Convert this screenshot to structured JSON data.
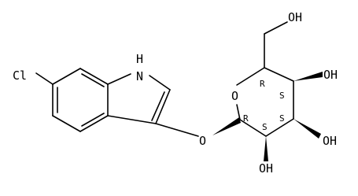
{
  "molecule": {
    "atoms": {
      "chlorine": "Cl",
      "indole_nh": "H",
      "indole_n": "N",
      "glycosidic_o": "O",
      "ring_o": "O",
      "hydroxymethyl_oh": "OH",
      "c4_oh": "OH",
      "c3_oh": "OH",
      "c2_oh": "OH"
    },
    "stereocenters": {
      "c1": "R",
      "c5": "R",
      "c4": "S",
      "c3": "S",
      "c2": "S"
    }
  }
}
